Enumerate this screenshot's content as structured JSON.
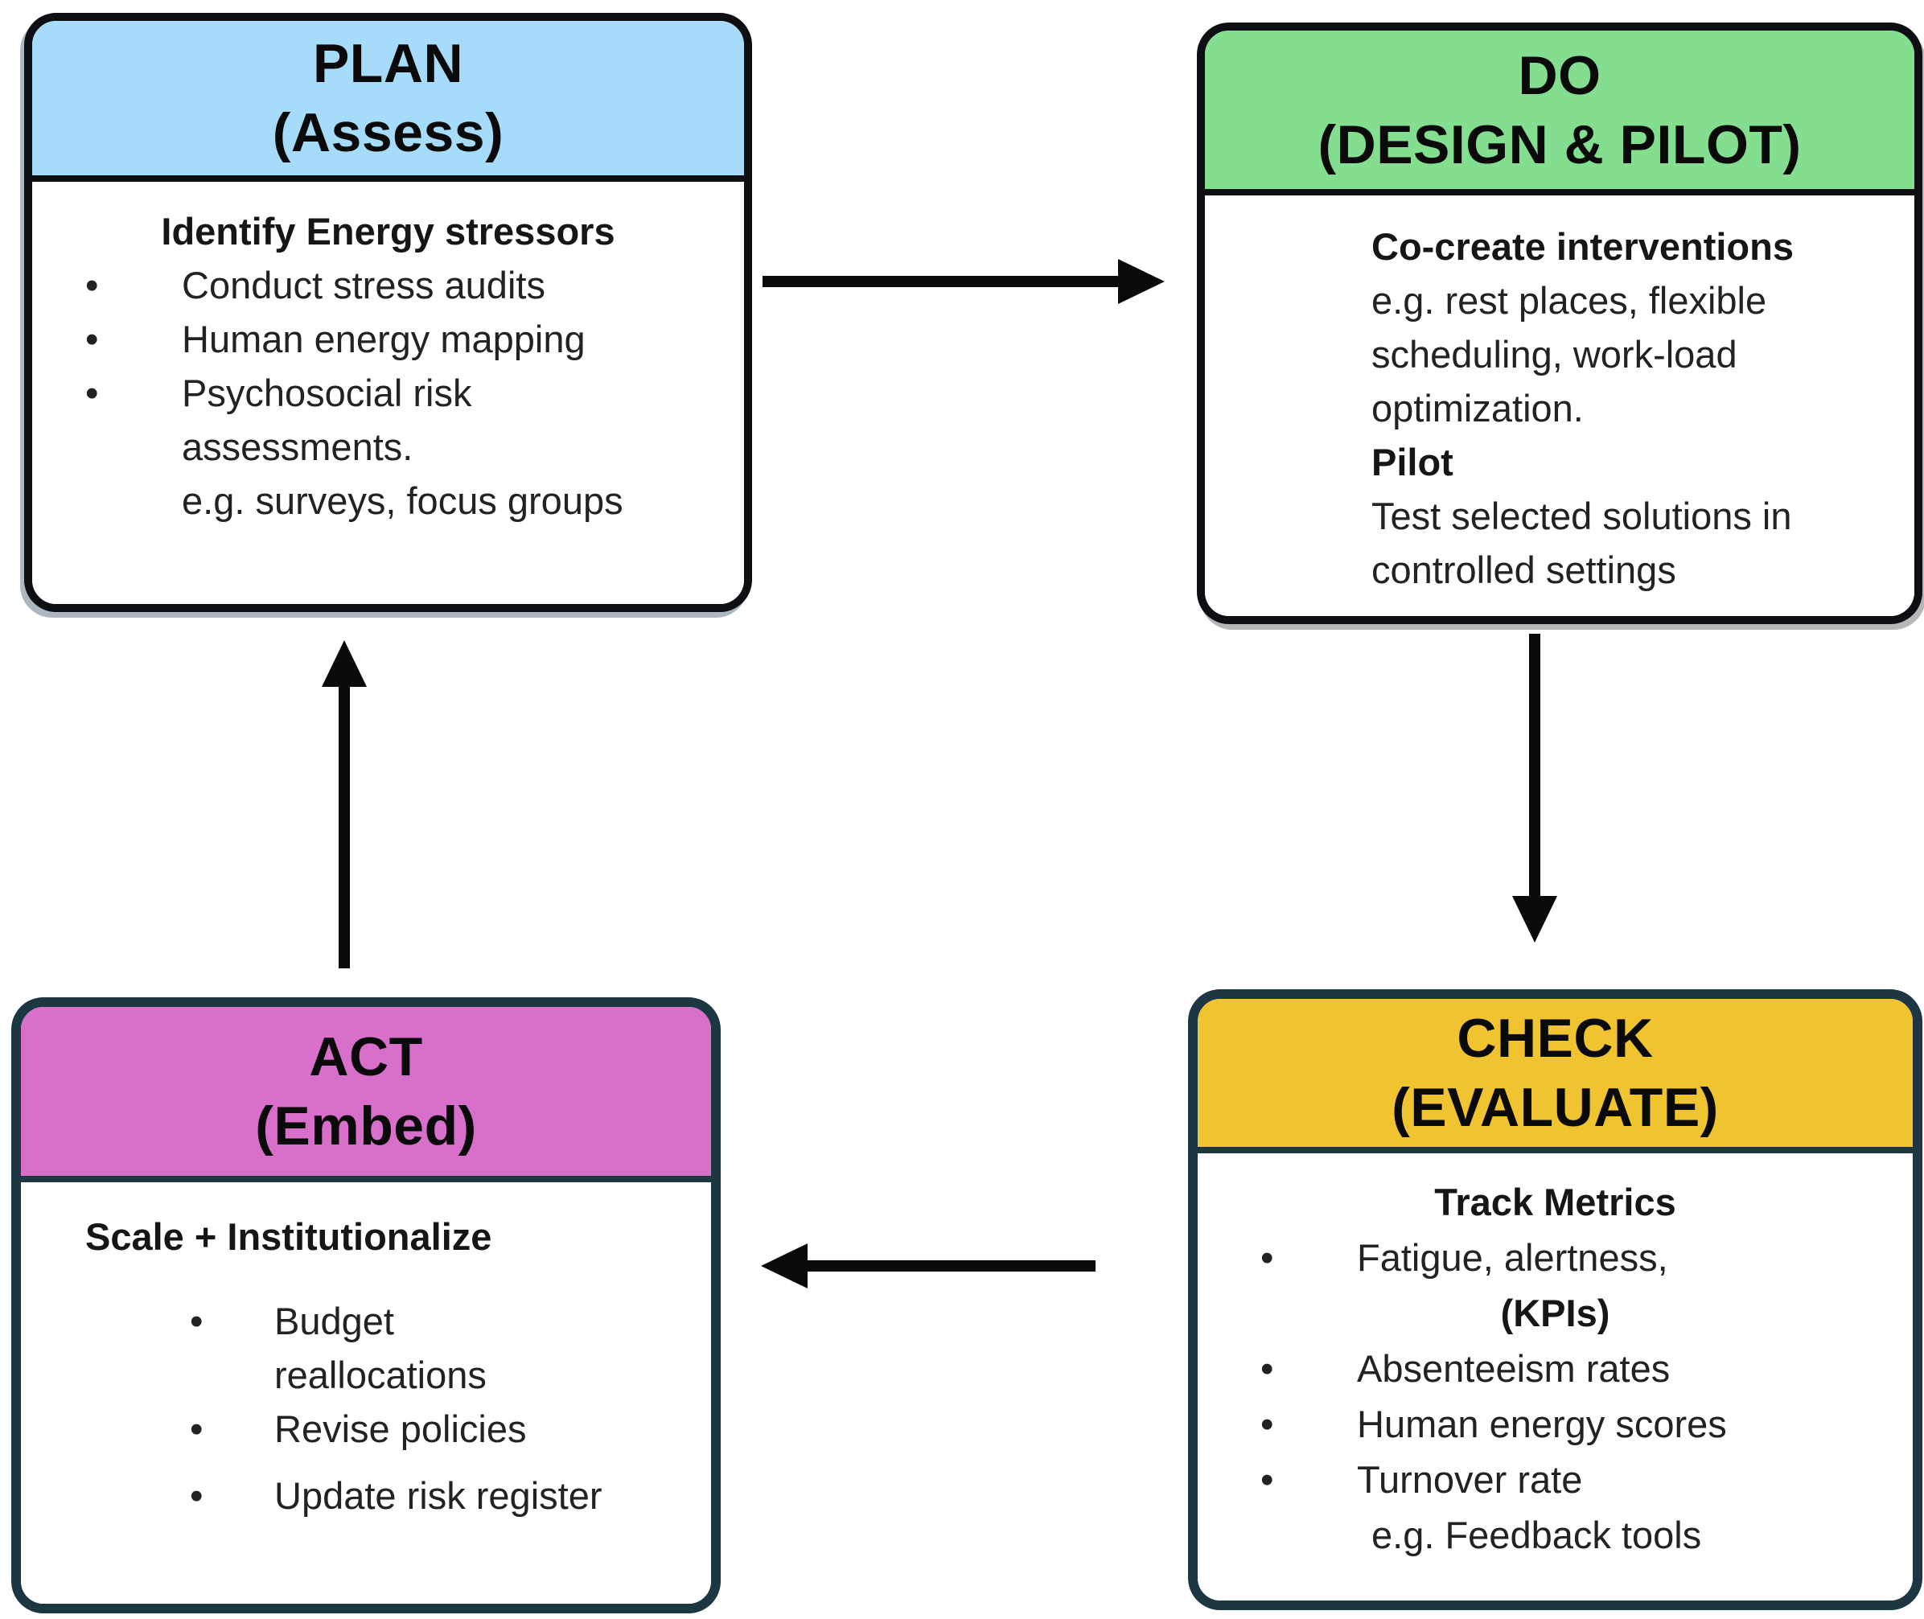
{
  "glyphs": {
    "bullet": "•"
  },
  "arrows": {
    "color": "#0a0a0a"
  },
  "boxes": {
    "plan": {
      "title": "PLAN",
      "subtitle": "(Assess)",
      "header_color": "#A6DBFA",
      "border_color": "#0D0F12",
      "items": {
        "heading": "Identify Energy stressors",
        "bullet1": "Conduct stress audits",
        "bullet2": "Human energy mapping",
        "bullet3": "Psychosocial risk\nassessments.\ne.g. surveys, focus groups"
      }
    },
    "do": {
      "title": "DO",
      "subtitle": "(DESIGN & PILOT)",
      "header_color": "#84DE90",
      "border_color": "#0D0F12",
      "items": {
        "heading1": "Co-create interventions",
        "text1": "e.g. rest places, flexible\nscheduling, work-load\noptimization.",
        "heading2": "Pilot",
        "text2": "Test selected solutions in\ncontrolled settings"
      }
    },
    "check": {
      "title": "CHECK",
      "subtitle": "(EVALUATE)",
      "header_color": "#F0C330",
      "border_color": "#1C3642",
      "items": {
        "heading": "Track Metrics",
        "bullet1": "Fatigue, alertness,",
        "kpis": "(KPIs)",
        "bullet2": "Absenteeism rates",
        "bullet3": "Human energy scores",
        "bullet4": "Turnover rate",
        "note": "e.g. Feedback tools"
      }
    },
    "act": {
      "title": "ACT",
      "subtitle": "(Embed)",
      "header_color": "#D76FCB",
      "border_color": "#1C3642",
      "items": {
        "heading": "Scale + Institutionalize",
        "bullet1": "Budget\nreallocations",
        "bullet2": "Revise policies",
        "bullet3": "Update risk register"
      }
    }
  }
}
